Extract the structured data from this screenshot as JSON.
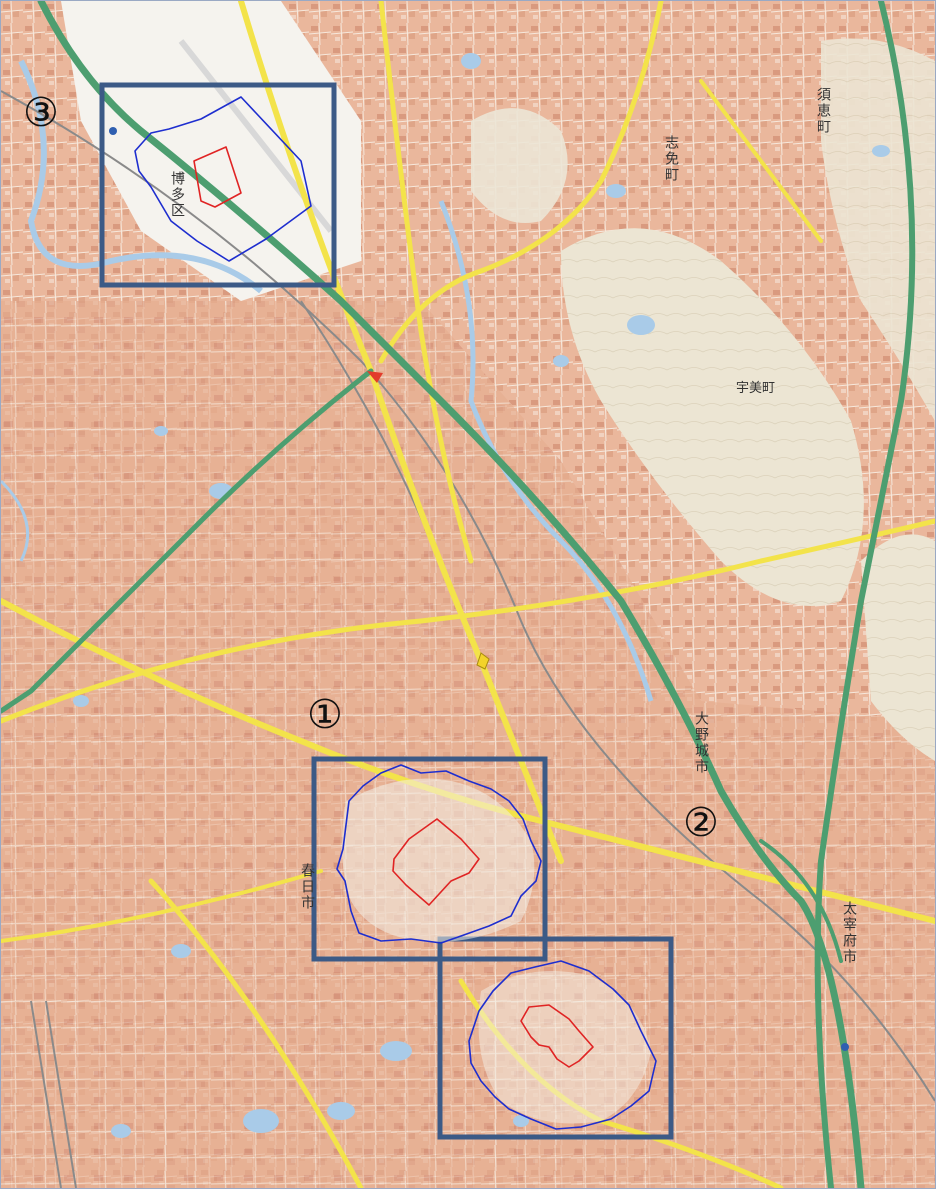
{
  "map": {
    "colors": {
      "urban": "#e9b99f",
      "urban_dark": "#d79a7e",
      "base": "#f2ece0",
      "water": "#a9cbe8",
      "green_hill": "#e8e2d0",
      "road_major": "#f3e34a",
      "expressway": "#4d9e70",
      "railway": "#8a8a8a",
      "study_box": "#3c5a86",
      "outer_boundary": "#1e2ecf",
      "inner_boundary": "#e02424"
    },
    "callouts": [
      {
        "id": "3",
        "label": "③"
      },
      {
        "id": "1",
        "label": "①"
      },
      {
        "id": "2",
        "label": "②"
      }
    ],
    "place_labels": {
      "shime_town": "須恵町",
      "shime": "志免町",
      "umi": "宇美町",
      "onojo": "大野城市",
      "kasuga": "春日市",
      "dazaifu": "太宰府市",
      "hakata": "博多区"
    },
    "icons": {
      "landmark": "yellow-marker-icon",
      "station": "station-dot-icon"
    }
  }
}
